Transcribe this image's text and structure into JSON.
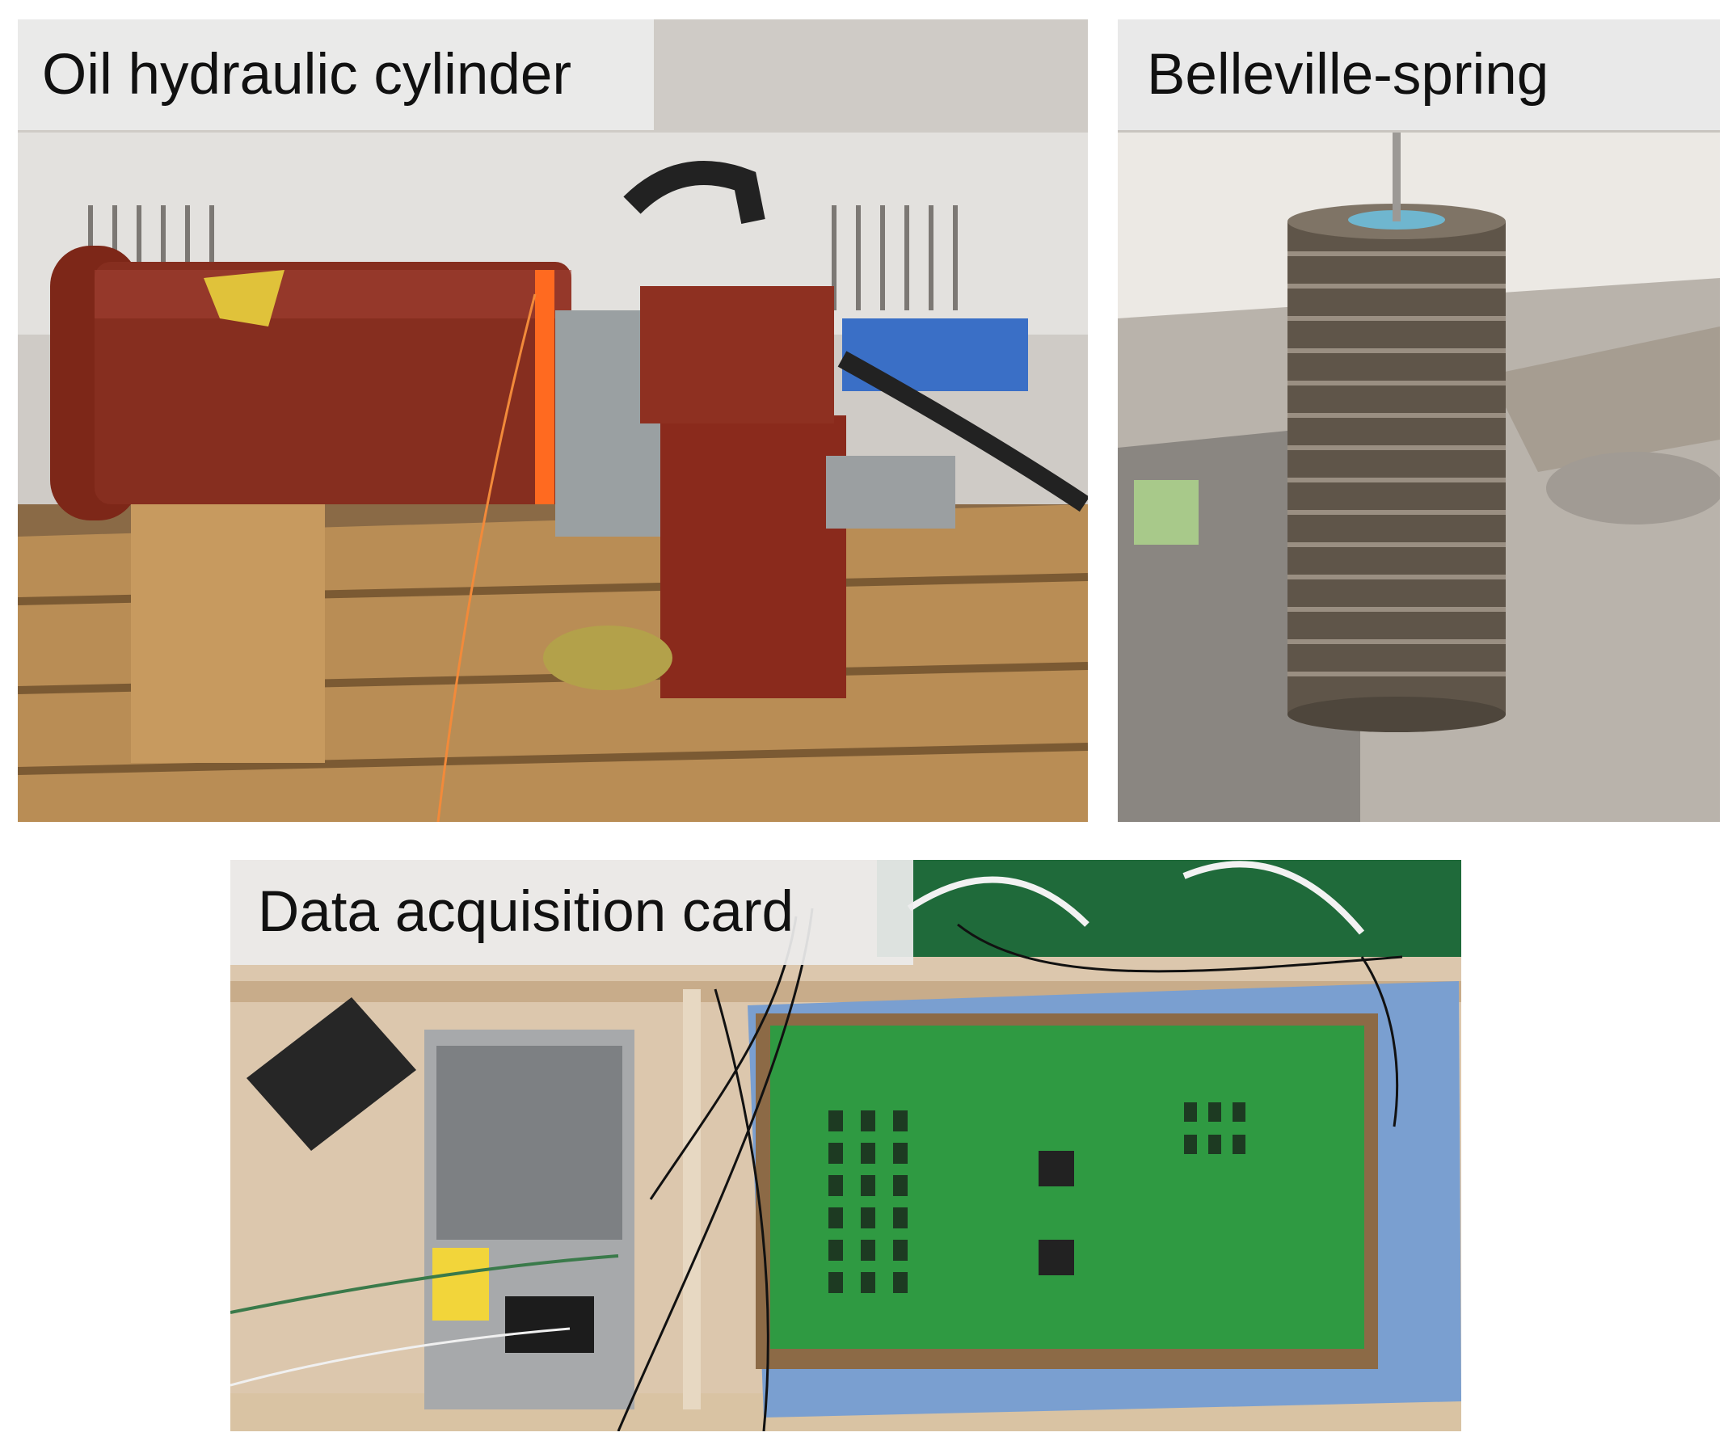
{
  "panels": [
    {
      "label": "Oil hydraulic cylinder",
      "photo": "hydraulic-cylinder-photo"
    },
    {
      "label": "Belleville-spring",
      "photo": "belleville-spring-stack-photo"
    },
    {
      "label": "Data acquisition card",
      "photo": "data-acquisition-board-photo"
    }
  ]
}
